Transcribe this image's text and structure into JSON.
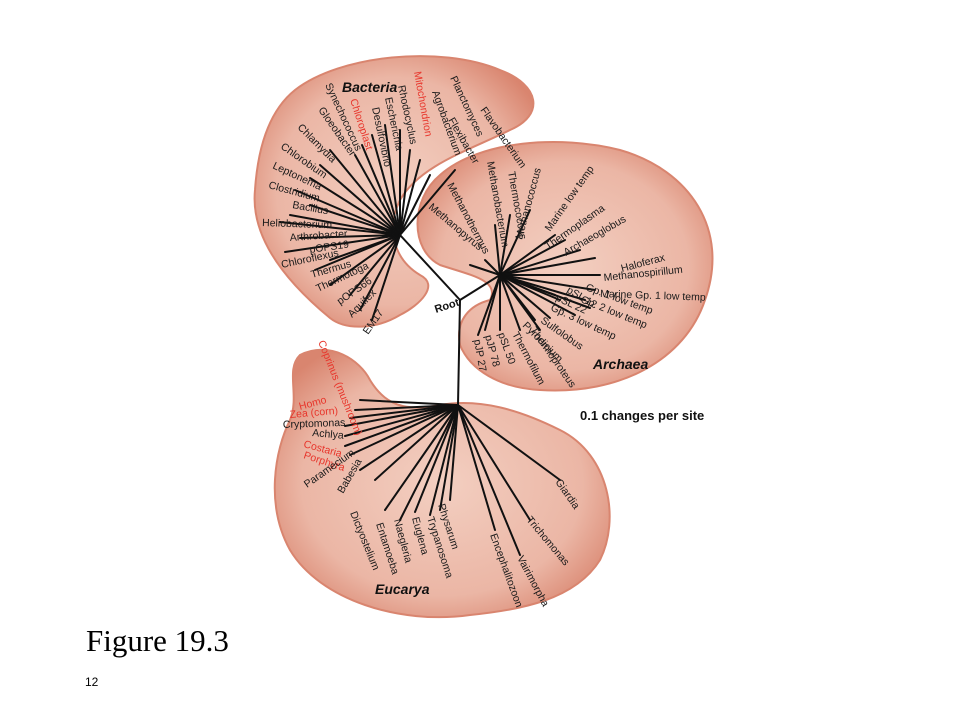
{
  "root_label": "Root",
  "scale_label": "0.1 changes per site",
  "caption": "Figure 19.3",
  "slide_number": "12",
  "colors": {
    "blob_fill": "#ebb6a5",
    "blob_edge": "#d9856f",
    "highlight_text": "#e8352b",
    "branch": "#111111"
  },
  "domains": {
    "bacteria": {
      "label": "Bacteria",
      "taxa": [
        "Mitochondrion",
        "Rhodocyclus",
        "Agrobacterium",
        "Planctomyces",
        "Escherichia",
        "Flexibacter",
        "Flavobacterium",
        "Desulfovibrio",
        "Chloroplast",
        "Synechococcus",
        "Gloeobacter",
        "Chlamydia",
        "Chlorobium",
        "Leptonema",
        "Clostridium",
        "Bacillus",
        "Heliobacterium",
        "Arthrobacter",
        "pOPS19",
        "Chloroflexus",
        "Thermus",
        "Thermotoga",
        "pOPS66",
        "Aquifex",
        "EM17"
      ],
      "highlighted": [
        "Mitochondrion",
        "Chloroplast"
      ]
    },
    "archaea": {
      "label": "Archaea",
      "taxa": [
        "Methanobacterium",
        "Thermococcus",
        "Methanococcus",
        "Methanothermus",
        "Methanopyrus",
        "Marine low temp",
        "Thermoplasma",
        "Archaeoglobus",
        "Haloferax",
        "Methanospirillum",
        "Marine Gp. 1 low temp",
        "pSL 22",
        "pSL 12",
        "Gp. 1 low temp",
        "Gp. 2 low temp",
        "Gp. 3 low temp",
        "Sulfolobus",
        "Pyrodicium",
        "Thermoproteus",
        "Thermofilum",
        "pSL 50",
        "pJP 78",
        "pJP 27"
      ],
      "highlighted": []
    },
    "eucarya": {
      "label": "Eucarya",
      "taxa": [
        "Coprinus (mushroom)",
        "Homo",
        "Zea (corn)",
        "Cryptomonas",
        "Achlya",
        "Costaria",
        "Porphyra",
        "Paramecium",
        "Babesia",
        "Dictyostelium",
        "Entamoeba",
        "Naegleria",
        "Euglena",
        "Trypanosoma",
        "Physarum",
        "Encephalitozoon",
        "Vairimorpha",
        "Trichomonas",
        "Giardia"
      ],
      "highlighted": [
        "Coprinus (mushroom)",
        "Homo",
        "Zea (corn)",
        "Costaria",
        "Porphyra"
      ]
    }
  }
}
